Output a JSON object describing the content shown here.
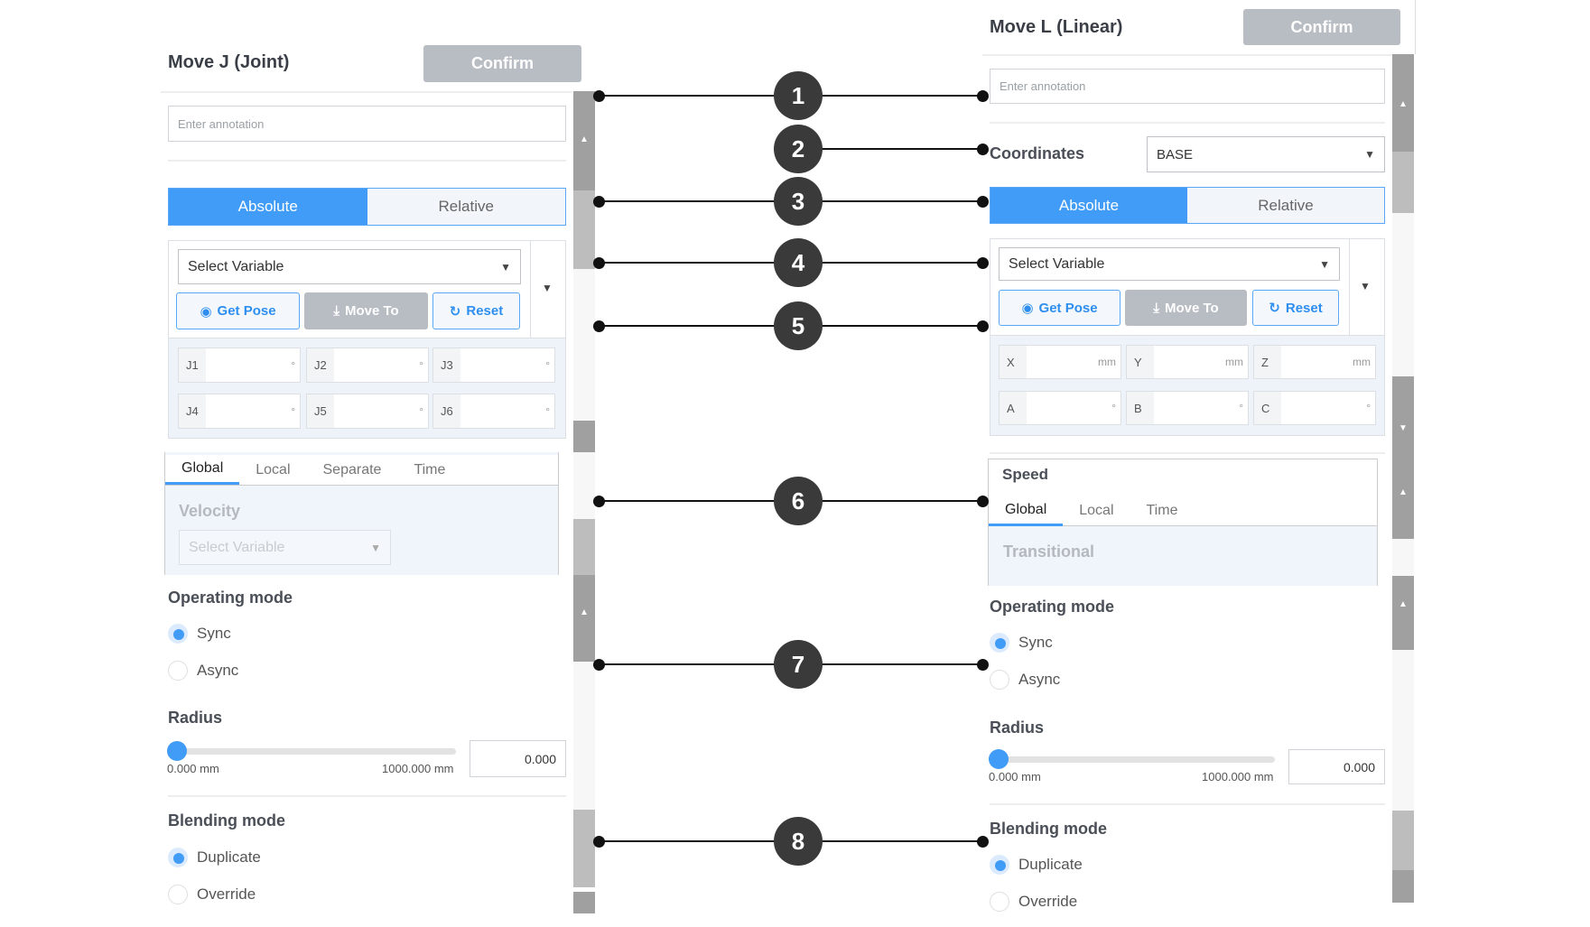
{
  "left": {
    "title": "Move J (Joint)",
    "confirm": "Confirm",
    "annotation_placeholder": "Enter annotation",
    "abs": "Absolute",
    "rel": "Relative",
    "select_variable": "Select Variable",
    "get_pose": "Get Pose",
    "move_to": "Move To",
    "reset": "Reset",
    "fields": [
      {
        "label": "J1",
        "unit": "°"
      },
      {
        "label": "J2",
        "unit": "°"
      },
      {
        "label": "J3",
        "unit": "°"
      },
      {
        "label": "J4",
        "unit": "°"
      },
      {
        "label": "J5",
        "unit": "°"
      },
      {
        "label": "J6",
        "unit": "°"
      }
    ],
    "tabs": [
      "Global",
      "Local",
      "Separate",
      "Time"
    ],
    "velocity": "Velocity",
    "velocity_select": "Select Variable",
    "operating_mode": "Operating mode",
    "sync": "Sync",
    "async": "Async",
    "radius": "Radius",
    "radius_min": "0.000 mm",
    "radius_max": "1000.000 mm",
    "radius_value": "0.000",
    "blending_mode": "Blending mode",
    "duplicate": "Duplicate",
    "override": "Override"
  },
  "right": {
    "title": "Move L (Linear)",
    "confirm": "Confirm",
    "annotation_placeholder": "Enter annotation",
    "coordinates": "Coordinates",
    "coordinates_value": "BASE",
    "abs": "Absolute",
    "rel": "Relative",
    "select_variable": "Select Variable",
    "get_pose": "Get Pose",
    "move_to": "Move To",
    "reset": "Reset",
    "fields": [
      {
        "label": "X",
        "unit": "mm"
      },
      {
        "label": "Y",
        "unit": "mm"
      },
      {
        "label": "Z",
        "unit": "mm"
      },
      {
        "label": "A",
        "unit": "°"
      },
      {
        "label": "B",
        "unit": "°"
      },
      {
        "label": "C",
        "unit": "°"
      }
    ],
    "speed": "Speed",
    "tabs": [
      "Global",
      "Local",
      "Time"
    ],
    "transitional": "Transitional",
    "operating_mode": "Operating mode",
    "sync": "Sync",
    "async": "Async",
    "radius": "Radius",
    "radius_min": "0.000 mm",
    "radius_max": "1000.000 mm",
    "radius_value": "0.000",
    "blending_mode": "Blending mode",
    "duplicate": "Duplicate",
    "override": "Override"
  },
  "callouts": [
    "1",
    "2",
    "3",
    "4",
    "5",
    "6",
    "7",
    "8"
  ],
  "colors": {
    "accent": "#409cf7",
    "disabled": "#b8bcc3"
  }
}
